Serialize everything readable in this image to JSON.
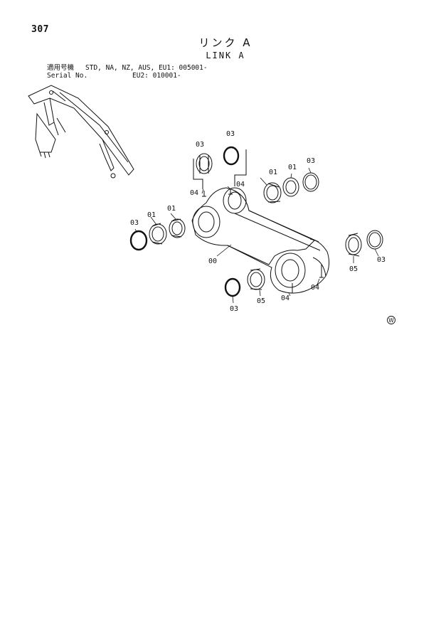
{
  "page_number": "307",
  "title_jp": "リンク A",
  "title_en": "LINK A",
  "applicability": {
    "label_jp": "適用号機",
    "label_en": "Serial No.",
    "models_line1": "STD, NA, NZ, AUS, EU1: 005001-",
    "models_line2": "EU2: 010001-"
  },
  "callouts": {
    "c1": "03",
    "c2": "03",
    "c3": "04",
    "c4": "04",
    "c5": "01",
    "c6": "01",
    "c7": "03",
    "c8": "03",
    "c9": "01",
    "c10": "01",
    "c11": "00",
    "c12": "05",
    "c13": "03",
    "c14": "03",
    "c15": "05",
    "c16": "04",
    "c17": "04"
  },
  "footer_mark": "W"
}
